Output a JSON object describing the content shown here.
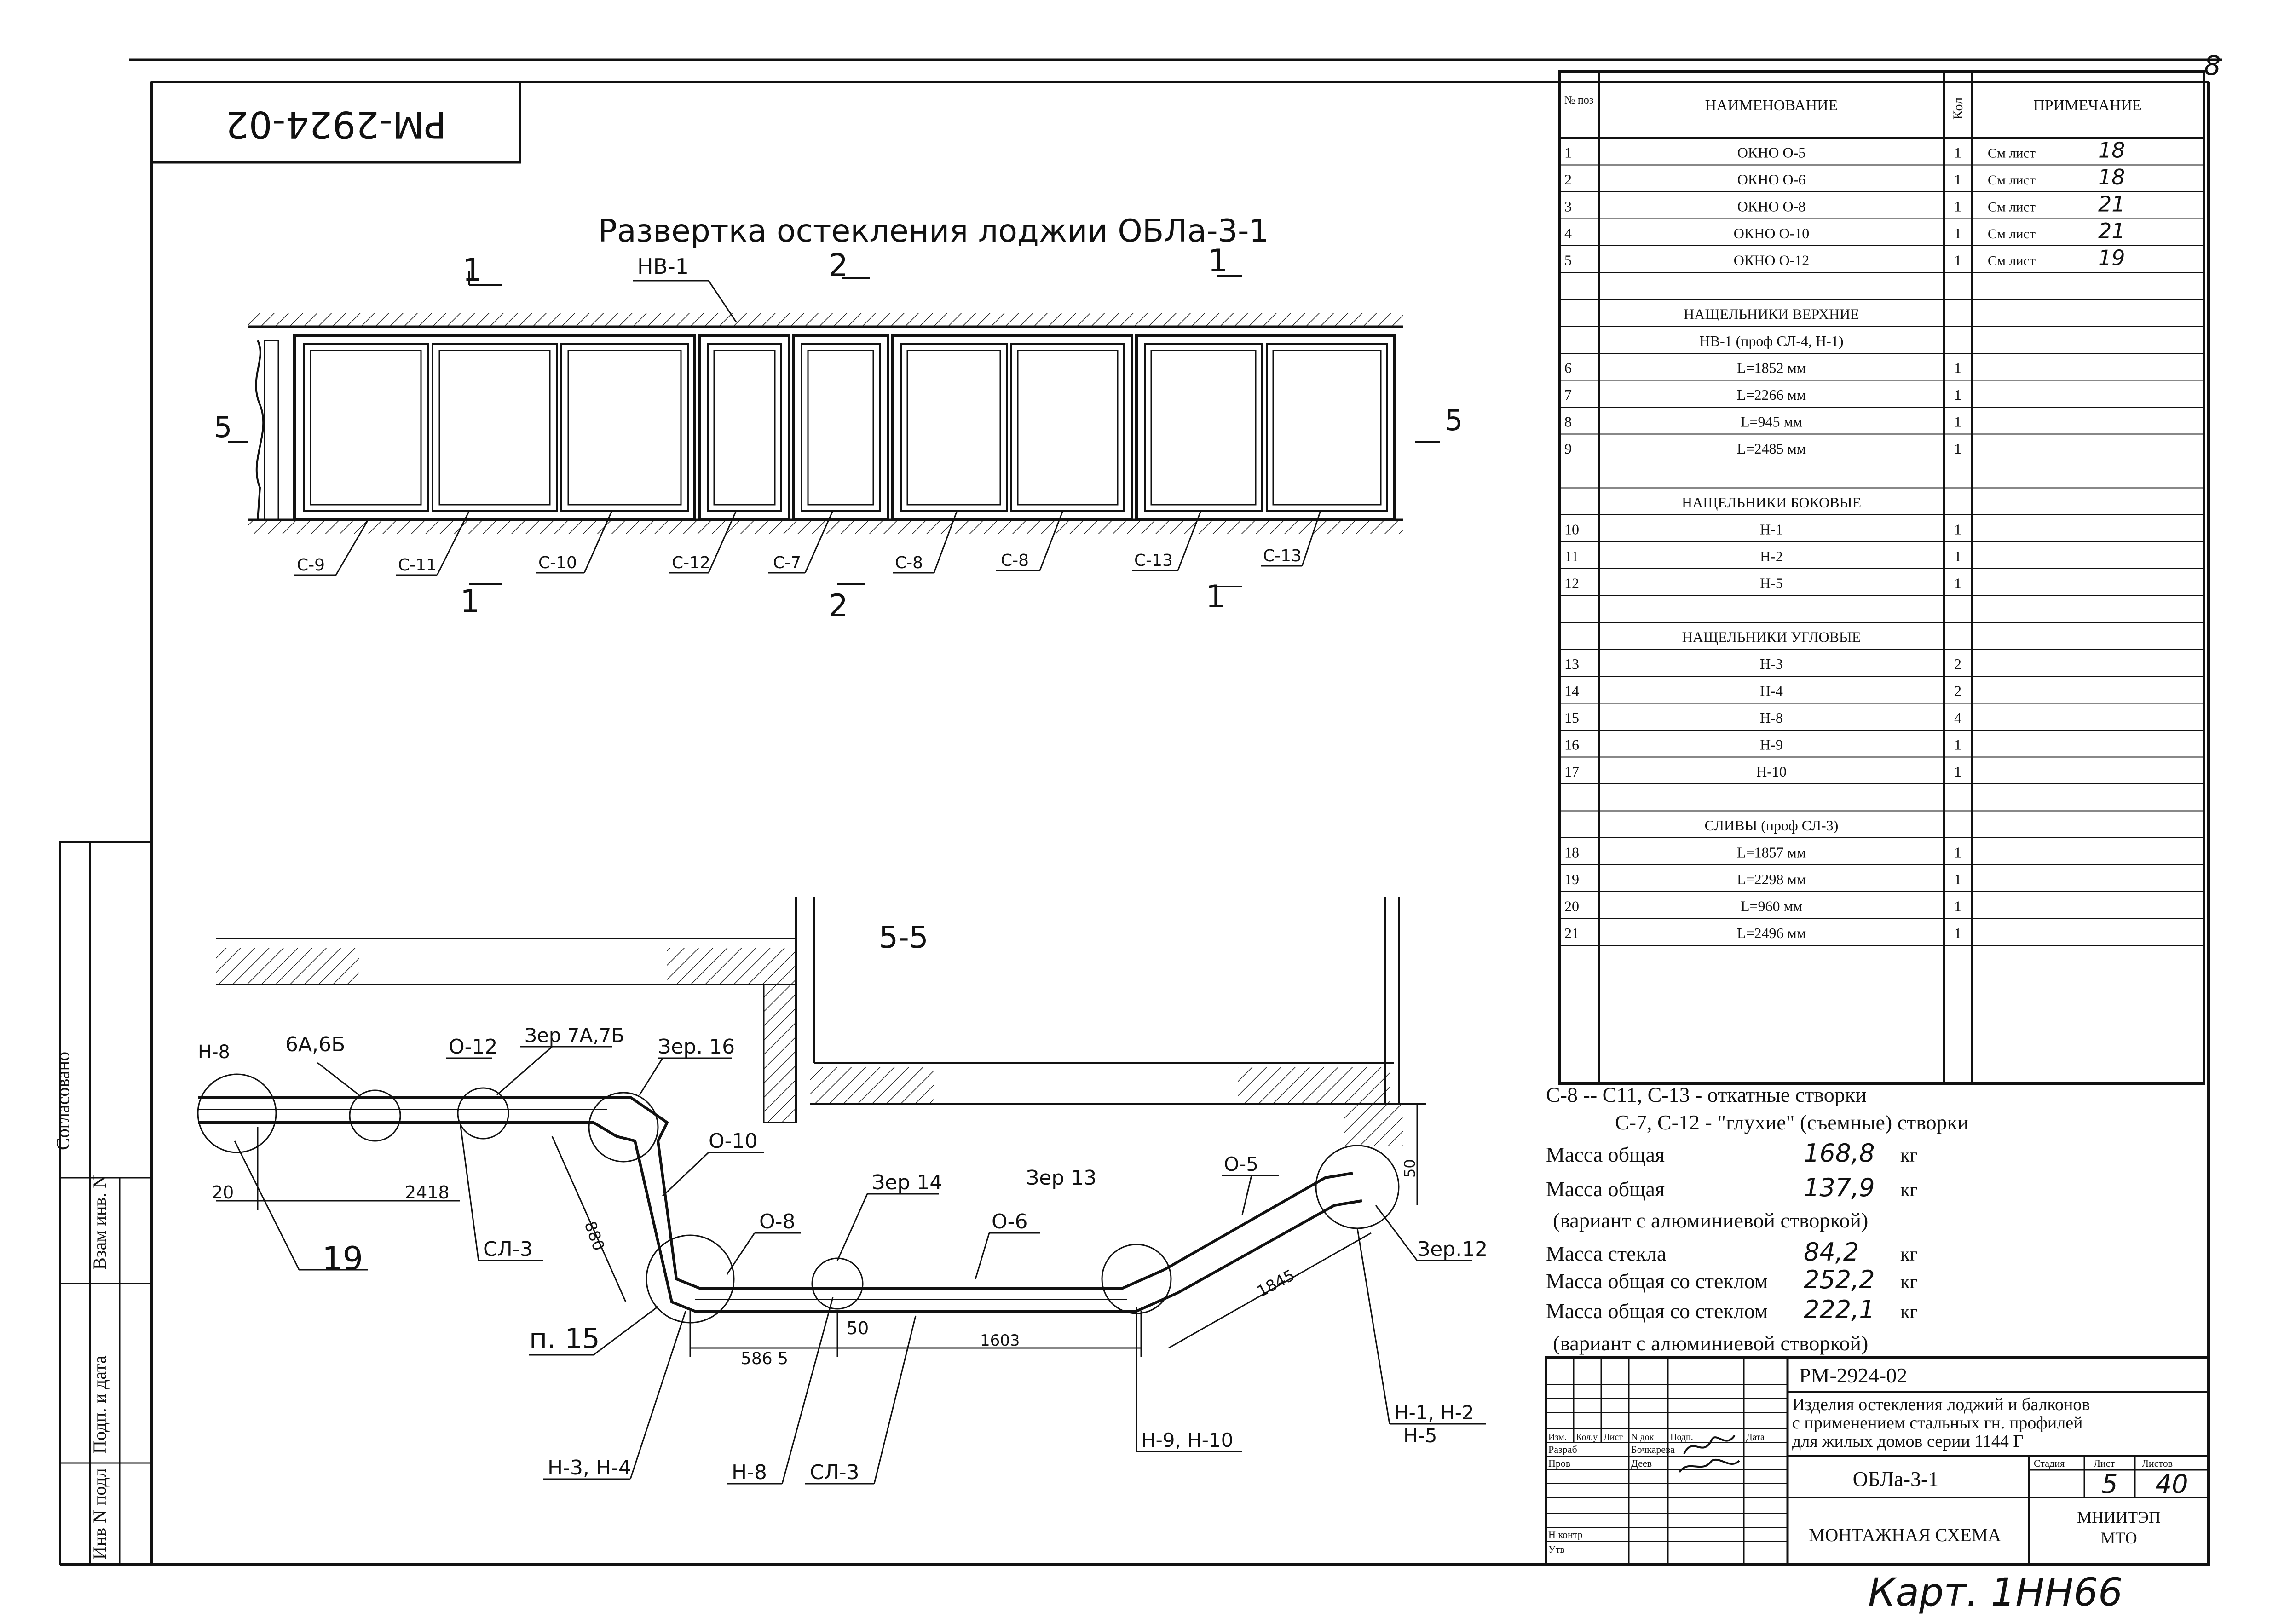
{
  "page_number": "8",
  "stamp": "РМ-2924-02",
  "elevation": {
    "title": "Развертка остекления лоджии ОБЛа-3-1",
    "sections": [
      {
        "label": "1",
        "pos": "left-top"
      },
      {
        "label": "2",
        "pos": "mid-top"
      },
      {
        "label": "1",
        "pos": "right-top"
      },
      {
        "label": "1",
        "pos": "left-bottom"
      },
      {
        "label": "2",
        "pos": "mid-bottom"
      },
      {
        "label": "1",
        "pos": "right-bottom"
      },
      {
        "label": "5",
        "pos": "left"
      },
      {
        "label": "5",
        "pos": "right"
      }
    ],
    "top_callout": "НВ-1",
    "bottom_callouts": [
      "С-9",
      "С-11",
      "С-10",
      "С-12",
      "С-7",
      "С-8",
      "С-8",
      "С-13",
      "С-13"
    ]
  },
  "plan": {
    "title": "5-5",
    "labels": [
      "Н-8",
      "6А,6Б",
      "О-12",
      "Зер 7А,7Б",
      "Зер. 16",
      "О-10",
      "О-8",
      "Зер 14",
      "О-6",
      "Зер 13",
      "О-5",
      "Зер.12",
      "19",
      "СЛ-3",
      "п. 15",
      "Н-3, Н-4",
      "Н-8",
      "СЛ-3",
      "Н-9, Н-10",
      "Н-1, Н-2",
      "Н-5"
    ],
    "dims": [
      "20",
      "2418",
      "880",
      "586 5",
      "50",
      "1603",
      "1845",
      "50"
    ]
  },
  "table": {
    "headers": {
      "pos": "№ поз",
      "name": "НАИМЕНОВАНИЕ",
      "qty": "Кол",
      "note": "ПРИМЕЧАНИЕ"
    },
    "rows": [
      {
        "pos": "1",
        "name": "ОКНО О-5",
        "qty": "1",
        "note": "См лист",
        "sheet": "18"
      },
      {
        "pos": "2",
        "name": "ОКНО О-6",
        "qty": "1",
        "note": "См лист",
        "sheet": "18"
      },
      {
        "pos": "3",
        "name": "ОКНО О-8",
        "qty": "1",
        "note": "См лист",
        "sheet": "21"
      },
      {
        "pos": "4",
        "name": "ОКНО О-10",
        "qty": "1",
        "note": "См лист",
        "sheet": "21"
      },
      {
        "pos": "5",
        "name": "ОКНО О-12",
        "qty": "1",
        "note": "См лист",
        "sheet": "19"
      },
      {
        "pos": "",
        "name": "",
        "qty": "",
        "note": "",
        "sheet": ""
      },
      {
        "pos": "",
        "name": "НАЩЕЛЬНИКИ ВЕРХНИЕ",
        "qty": "",
        "note": "",
        "sheet": ""
      },
      {
        "pos": "",
        "name": "НВ-1 (проф СЛ-4, Н-1)",
        "qty": "",
        "note": "",
        "sheet": ""
      },
      {
        "pos": "6",
        "name": "L=1852 мм",
        "qty": "1",
        "note": "",
        "sheet": ""
      },
      {
        "pos": "7",
        "name": "L=2266 мм",
        "qty": "1",
        "note": "",
        "sheet": ""
      },
      {
        "pos": "8",
        "name": "L=945 мм",
        "qty": "1",
        "note": "",
        "sheet": ""
      },
      {
        "pos": "9",
        "name": "L=2485 мм",
        "qty": "1",
        "note": "",
        "sheet": ""
      },
      {
        "pos": "",
        "name": "",
        "qty": "",
        "note": "",
        "sheet": ""
      },
      {
        "pos": "",
        "name": "НАЩЕЛЬНИКИ БОКОВЫЕ",
        "qty": "",
        "note": "",
        "sheet": ""
      },
      {
        "pos": "10",
        "name": "Н-1",
        "qty": "1",
        "note": "",
        "sheet": ""
      },
      {
        "pos": "11",
        "name": "Н-2",
        "qty": "1",
        "note": "",
        "sheet": ""
      },
      {
        "pos": "12",
        "name": "Н-5",
        "qty": "1",
        "note": "",
        "sheet": ""
      },
      {
        "pos": "",
        "name": "",
        "qty": "",
        "note": "",
        "sheet": ""
      },
      {
        "pos": "",
        "name": "НАЩЕЛЬНИКИ УГЛОВЫЕ",
        "qty": "",
        "note": "",
        "sheet": ""
      },
      {
        "pos": "13",
        "name": "Н-3",
        "qty": "2",
        "note": "",
        "sheet": ""
      },
      {
        "pos": "14",
        "name": "Н-4",
        "qty": "2",
        "note": "",
        "sheet": ""
      },
      {
        "pos": "15",
        "name": "Н-8",
        "qty": "4",
        "note": "",
        "sheet": ""
      },
      {
        "pos": "16",
        "name": "Н-9",
        "qty": "1",
        "note": "",
        "sheet": ""
      },
      {
        "pos": "17",
        "name": "Н-10",
        "qty": "1",
        "note": "",
        "sheet": ""
      },
      {
        "pos": "",
        "name": "",
        "qty": "",
        "note": "",
        "sheet": ""
      },
      {
        "pos": "",
        "name": "СЛИВЫ (проф СЛ-3)",
        "qty": "",
        "note": "",
        "sheet": ""
      },
      {
        "pos": "18",
        "name": "L=1857 мм",
        "qty": "1",
        "note": "",
        "sheet": ""
      },
      {
        "pos": "19",
        "name": "L=2298 мм",
        "qty": "1",
        "note": "",
        "sheet": ""
      },
      {
        "pos": "20",
        "name": "L=960 мм",
        "qty": "1",
        "note": "",
        "sheet": ""
      },
      {
        "pos": "21",
        "name": "L=2496 мм",
        "qty": "1",
        "note": "",
        "sheet": ""
      }
    ]
  },
  "notes": {
    "line1": "С-8 -- С11, С-13 - откатные створки",
    "line2": "С-7, С-12 -  \"глухие\" (съемные) створки",
    "masses": [
      {
        "label": "Масса общая",
        "value": "168,8",
        "unit": "кг"
      },
      {
        "label": "Масса общая",
        "value": "137,9",
        "unit": "кг"
      },
      {
        "label": "(вариант с алюминиевой створкой)",
        "value": "",
        "unit": ""
      },
      {
        "label": "Масса стекла",
        "value": "84,2",
        "unit": "кг"
      },
      {
        "label": "Масса общая со стеклом",
        "value": "252,2",
        "unit": "кг"
      },
      {
        "label": "Масса общая со стеклом",
        "value": "222,1",
        "unit": "кг"
      },
      {
        "label": "(вариант с алюминиевой створкой)",
        "value": "",
        "unit": ""
      }
    ]
  },
  "title_block": {
    "code": "РМ-2924-02",
    "desc1": "Изделия остекления лоджий и балконов",
    "desc2": "с применением стальных гн. профилей",
    "desc3": "для жилых домов серии 1144 Г",
    "mark": "ОБЛа-3-1",
    "drawing": "МОНТАЖНАЯ СХЕМА",
    "org1": "МНИИТЭП",
    "org2": "МТО",
    "stage_h": "Стадия",
    "sheet_h": "Лист",
    "sheets_h": "Листов",
    "sheet": "5",
    "sheets": "40",
    "cols": [
      "Изм.",
      "Кол.у",
      "Лист",
      "N док",
      "Подп.",
      "Дата"
    ],
    "roles": [
      {
        "role": "Разраб",
        "name": "Бочкарева"
      },
      {
        "role": "Пров",
        "name": "Деев"
      },
      {
        "role": "Н контр",
        "name": ""
      },
      {
        "role": "Утв",
        "name": ""
      }
    ],
    "handwritten": "Карт. 1НН66"
  },
  "side_stamp": [
    "Согласовано",
    "Взам инв. N",
    "Подп. и дата",
    "Инв N подл"
  ]
}
